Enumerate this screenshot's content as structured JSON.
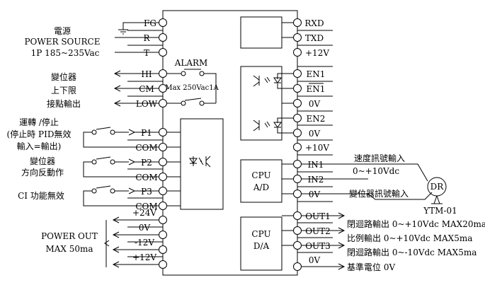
{
  "left_terminals": {
    "fg": "FG",
    "r": "R",
    "t": "T",
    "hi": "HI",
    "cm": "CM",
    "low": "LOW",
    "p1": "P1",
    "com1": "COM",
    "p2": "P2",
    "com2": "COM",
    "p3": "P3",
    "com3": "COM",
    "v24": "+24V",
    "v0": "0V",
    "vneg12": "-12V",
    "vpos12": "+12V"
  },
  "right_terminals": {
    "rxd": "RXD",
    "txd": "TXD",
    "v12": "+12V",
    "en1": "EN1",
    "en1bar": "EN1",
    "v0a": "0V",
    "en2": "EN2",
    "v0b": "0V",
    "v10": "+10V",
    "in1": "IN1",
    "in2": "IN2",
    "v0c": "0V",
    "out1": "OUT1",
    "out2": "OUT2",
    "out3": "OUT3",
    "v0d": "0V"
  },
  "alarm": {
    "title": "ALARM",
    "rating": "Max 250Vac1A"
  },
  "power_source": {
    "line1": "電源",
    "line2": "POWER SOURCE",
    "line3": "1P 185~235Vac"
  },
  "limit_output": {
    "line1": "變位器",
    "line2": "上下限",
    "line3": "接點輸出"
  },
  "run_stop": {
    "line1": "運轉 /停止",
    "line2": "(停止時 PID無效",
    "line3": "輸入=輸出)"
  },
  "reverse": {
    "line1": "變位器",
    "line2": "方向反動作"
  },
  "ci_disable": {
    "text": "CI 功能無效"
  },
  "power_out": {
    "line1": "POWER OUT",
    "line2": "MAX 50ma"
  },
  "cpu_ad": {
    "line1": "CPU",
    "line2": "A/D"
  },
  "cpu_da": {
    "line1": "CPU",
    "line2": "D/A"
  },
  "speed_input": {
    "line1": "速度訊號輸入",
    "line2": "0~+10Vdc"
  },
  "position_input": "變位器訊號輸入",
  "dr": {
    "label": "DR",
    "model": "YTM-01"
  },
  "outputs": {
    "out1": "閉迴路輸出 0~+10Vdc MAX20ma",
    "out2": "比例輸出  0~+10Vdc MAX5ma",
    "out3": "閉迴路輸出 0~-10Vdc MAX5ma",
    "ref": "基準電位 0V"
  }
}
